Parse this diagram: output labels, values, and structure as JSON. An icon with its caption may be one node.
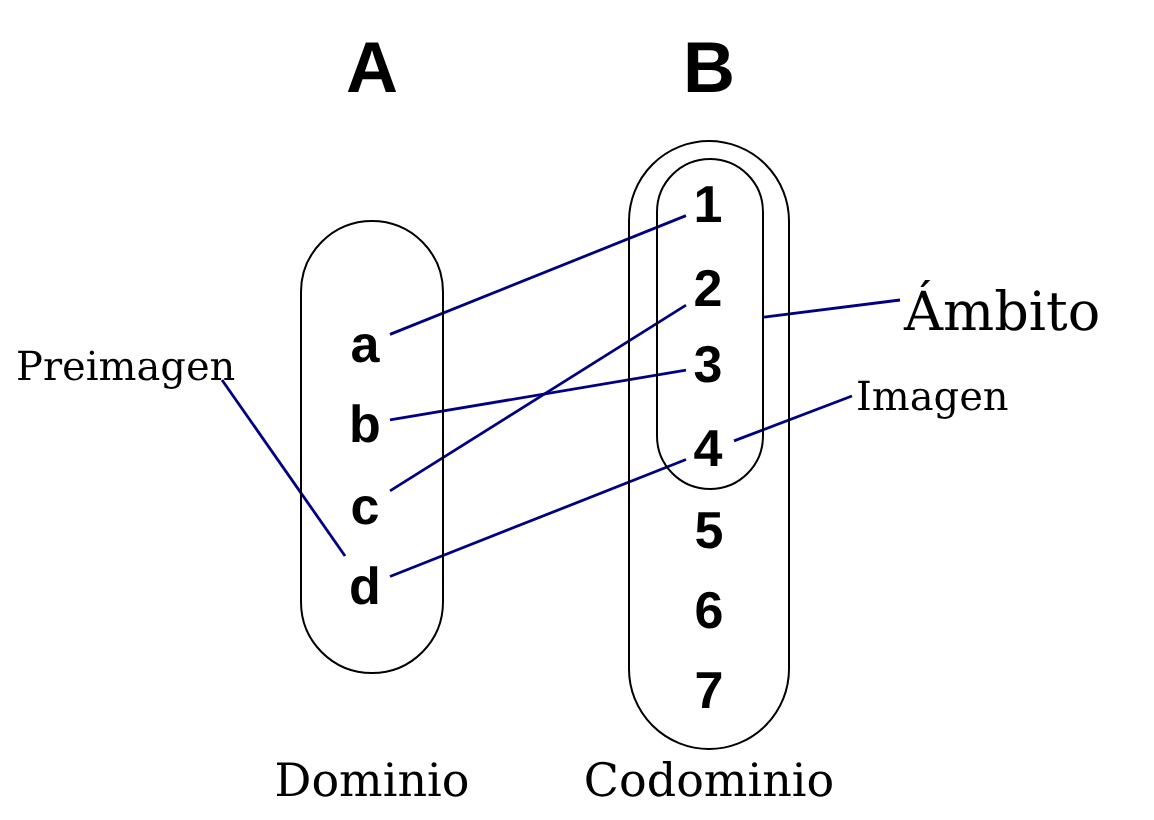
{
  "diagram": {
    "nodes": [
      {
        "text": [
          "A"
        ],
        "beside": [
          "Dominio"
        ]
      },
      {
        "text": [
          "a"
        ],
        "in": 0
      },
      {
        "text": [
          "b"
        ],
        "in": 0
      },
      {
        "text": [
          "c"
        ],
        "in": 0
      },
      {
        "text": [
          "d"
        ],
        "in": 0
      },
      {
        "text": [
          "B"
        ],
        "beside": [
          "Codominio"
        ]
      },
      {
        "text": [],
        "shape": "box",
        "in": 5
      },
      {
        "text": [
          "1"
        ],
        "in": 6
      },
      {
        "text": [
          "2"
        ],
        "in": 6
      },
      {
        "text": [
          "3"
        ],
        "in": 6
      },
      {
        "text": [
          "4"
        ],
        "in": 6
      },
      {
        "text": [
          "5"
        ],
        "in": 5
      },
      {
        "text": [
          "6"
        ],
        "in": 5
      },
      {
        "text": [
          "7"
        ],
        "in": 5
      },
      {
        "text": [
          "Preimagen"
        ]
      },
      {
        "text": [
          "Ámbito"
        ]
      },
      {
        "text": [
          "Imagen"
        ]
      }
    ],
    "edges": [
      {
        "from": 1,
        "to": 7,
        "arrow": "none"
      },
      {
        "from": 2,
        "to": 9,
        "arrow": "none"
      },
      {
        "from": 3,
        "to": 8,
        "arrow": "none"
      },
      {
        "from": 4,
        "to": 10,
        "arrow": "none"
      },
      {
        "from": 14,
        "to": 4,
        "arrow": "none"
      },
      {
        "from": 15,
        "to": 6,
        "arrow": "none"
      },
      {
        "from": 16,
        "to": 10,
        "arrow": "none"
      }
    ]
  }
}
